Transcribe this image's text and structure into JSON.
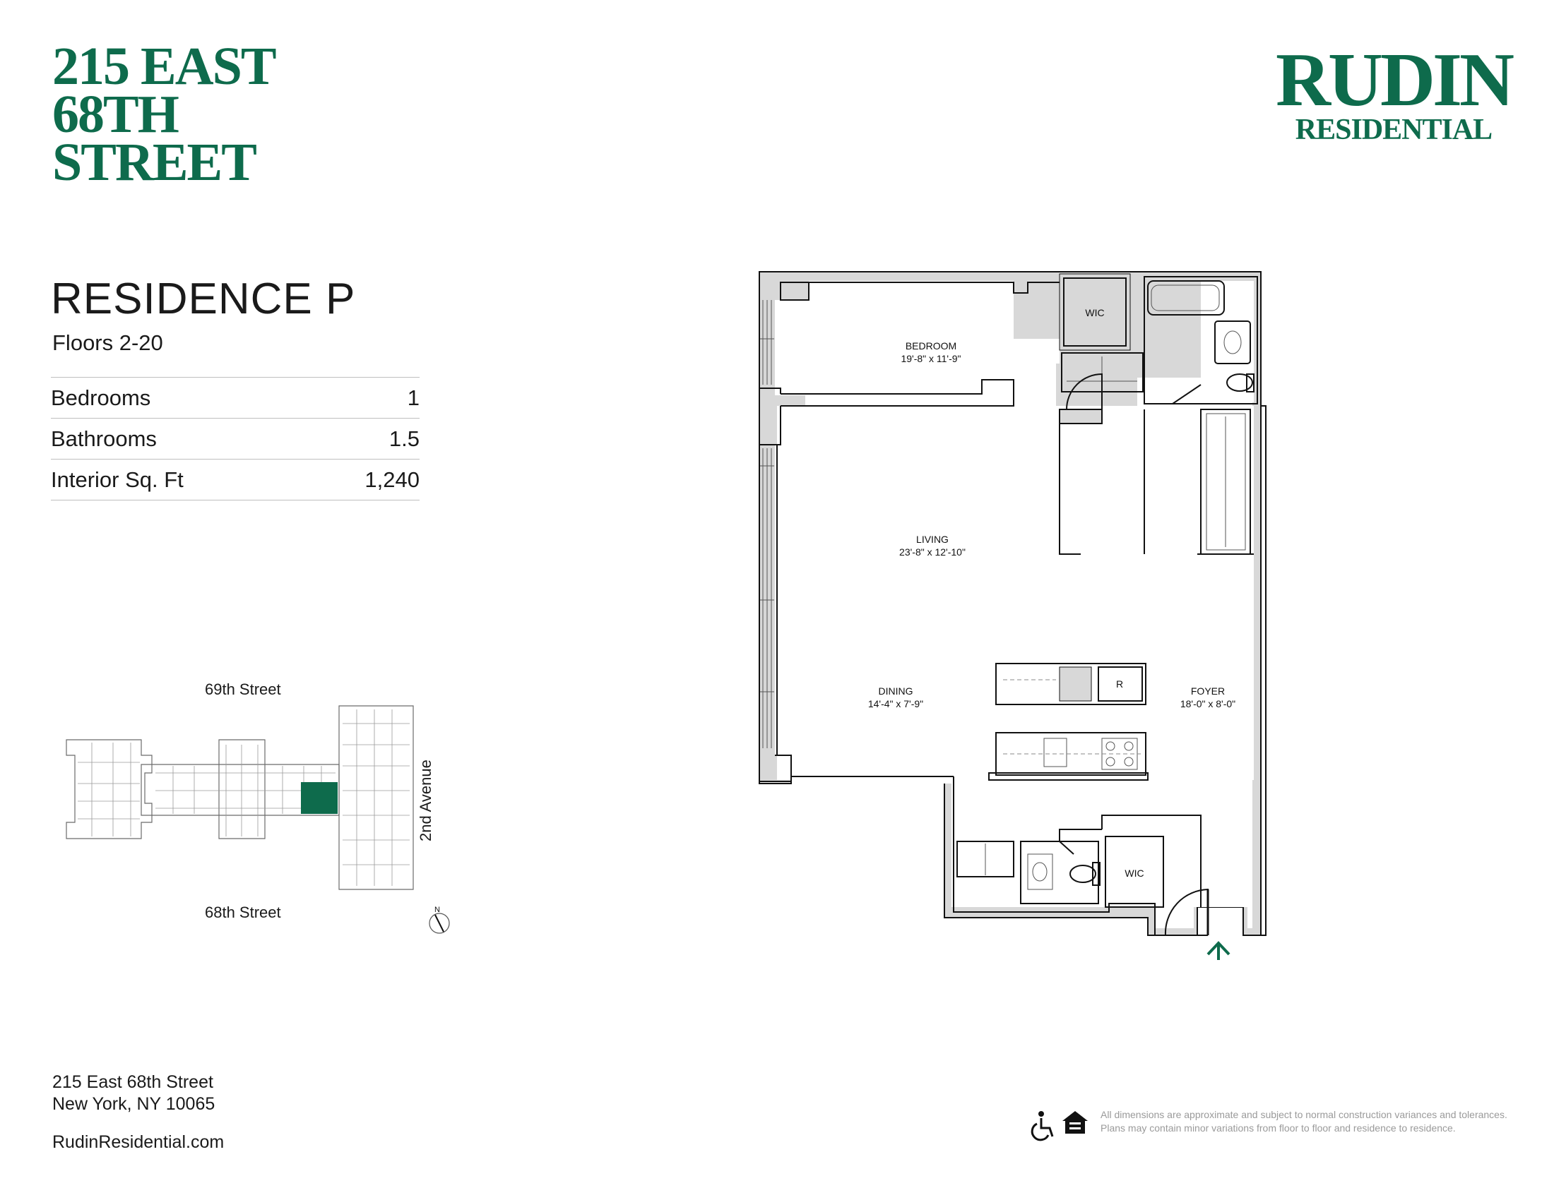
{
  "building": {
    "title_lines": [
      "215 EAST",
      "68TH",
      "STREET"
    ],
    "address_line1": "215 East 68th Street",
    "address_line2": "New York, NY 10065",
    "website": "RudinResidential.com"
  },
  "brand": {
    "line1": "RUDIN",
    "line2": "RESIDENTIAL"
  },
  "residence": {
    "title": "RESIDENCE P",
    "floors": "Floors 2-20",
    "specs": [
      {
        "label": "Bedrooms",
        "value": "1"
      },
      {
        "label": "Bathrooms",
        "value": "1.5"
      },
      {
        "label": "Interior Sq. Ft",
        "value": "1,240"
      }
    ]
  },
  "site_plan": {
    "north_street": "69th Street",
    "south_street": "68th Street",
    "east_avenue": "2nd Avenue",
    "compass": "N"
  },
  "floor_plan": {
    "rooms": [
      {
        "name": "BEDROOM",
        "dims": "19'-8\" x 11'-9\""
      },
      {
        "name": "LIVING",
        "dims": "23'-8\" x 12'-10\""
      },
      {
        "name": "DINING",
        "dims": "14'-4\" x 7'-9\""
      },
      {
        "name": "FOYER",
        "dims": "18'-0\" x 8'-0\""
      }
    ],
    "closet_top": "WIC",
    "closet_bottom": "WIC",
    "refrigerator": "R"
  },
  "disclaimer": "All dimensions are approximate and subject to normal construction variances and tolerances. Plans may contain minor variations from floor to floor and residence to residence.",
  "colors": {
    "brand_green": "#0e6b4c",
    "wall_fill": "#d8d8d8"
  },
  "icons": [
    "accessibility-icon",
    "equal-housing-icon",
    "entry-arrow-icon",
    "compass-icon"
  ]
}
